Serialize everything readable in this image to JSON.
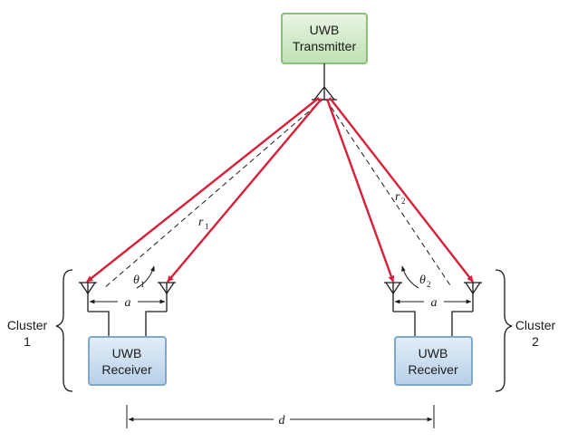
{
  "transmitter": {
    "line1": "UWB",
    "line2": "Transmitter"
  },
  "receivers": [
    {
      "line1": "UWB",
      "line2": "Receiver"
    },
    {
      "line1": "UWB",
      "line2": "Receiver"
    }
  ],
  "clusters": [
    {
      "line1": "Cluster",
      "line2": "1"
    },
    {
      "line1": "Cluster",
      "line2": "2"
    }
  ],
  "labels": {
    "r1": {
      "base": "r",
      "sub": "1"
    },
    "r2": {
      "base": "r",
      "sub": "2"
    },
    "theta1": {
      "base": "θ",
      "sub": "1"
    },
    "theta2": {
      "base": "θ",
      "sub": "2"
    },
    "a_left": "a",
    "a_right": "a",
    "d": "d"
  },
  "colors": {
    "signal": "#d6203a",
    "line": "#1b1b1b",
    "transmitter_fill": "#d8ecd2",
    "transmitter_border": "#8bbf7a",
    "receiver_fill": "#cfe0ef",
    "receiver_border": "#7fa8cc"
  }
}
